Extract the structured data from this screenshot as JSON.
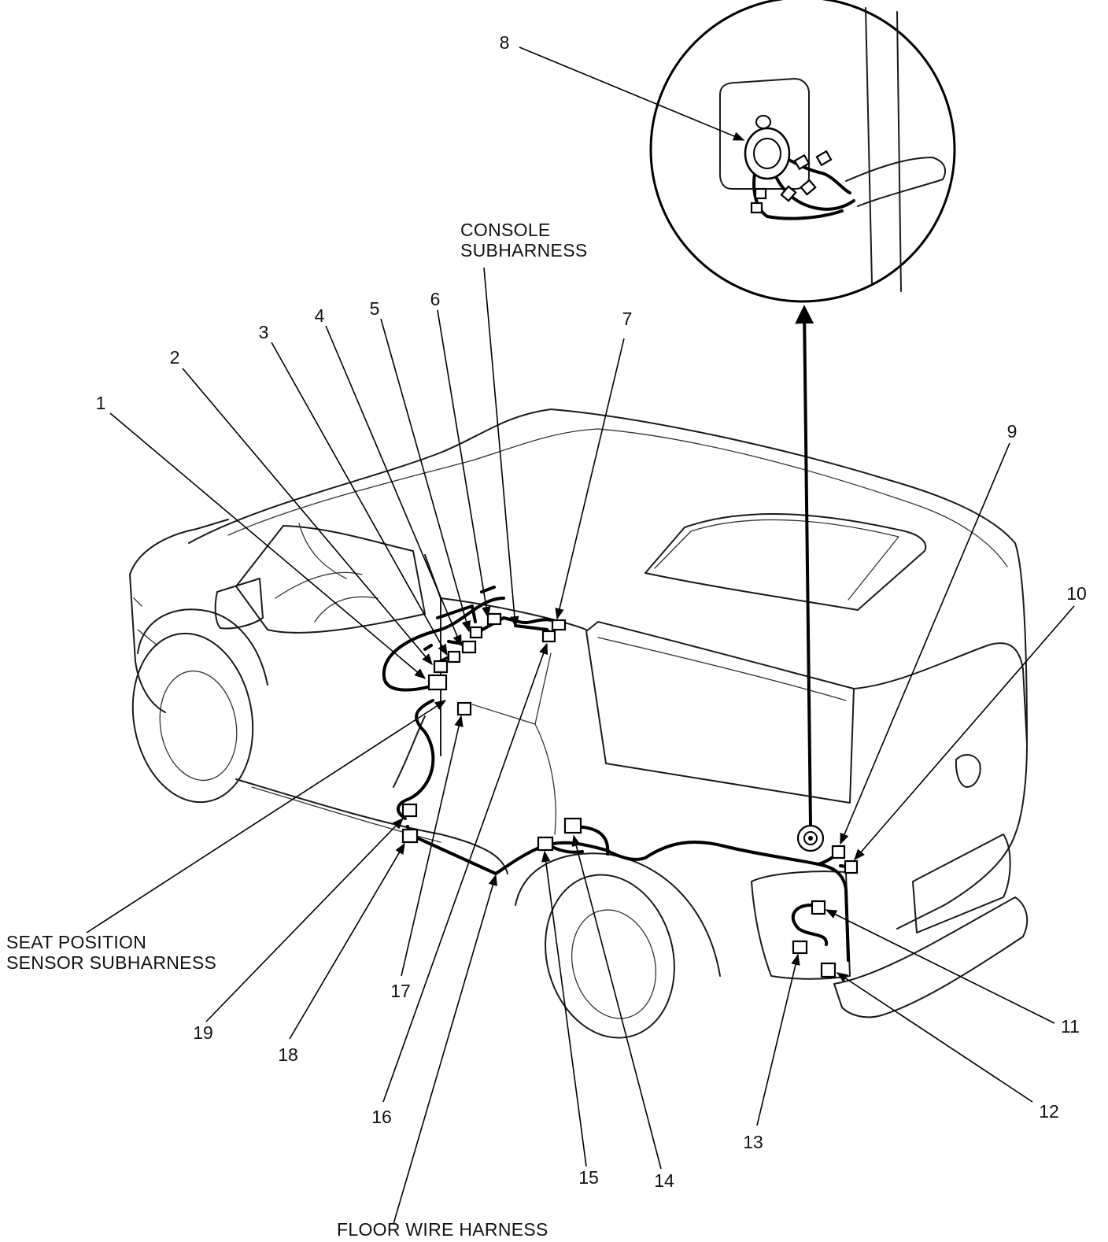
{
  "labels": {
    "n1": "1",
    "n2": "2",
    "n3": "3",
    "n4": "4",
    "n5": "5",
    "n6": "6",
    "n7": "7",
    "n8": "8",
    "n9": "9",
    "n10": "10",
    "n11": "11",
    "n12": "12",
    "n13": "13",
    "n14": "14",
    "n15": "15",
    "n16": "16",
    "n17": "17",
    "n18": "18",
    "n19": "19"
  },
  "captions": {
    "console_l1": "CONSOLE",
    "console_l2": "SUBHARNESS",
    "seat_l1": "SEAT POSITION",
    "seat_l2": "SENSOR SUBHARNESS",
    "floor": "FLOOR WIRE HARNESS"
  }
}
